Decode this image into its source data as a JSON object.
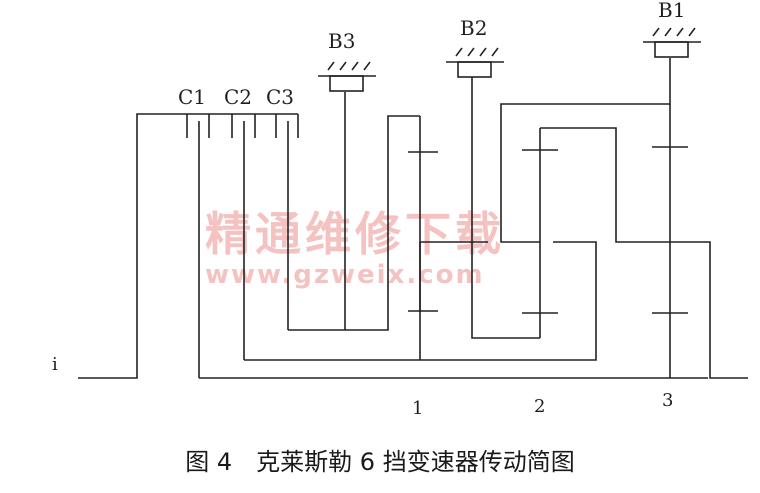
{
  "labels": {
    "c1": "C1",
    "c2": "C2",
    "c3": "C3",
    "b1": "B1",
    "b2": "B2",
    "b3": "B3",
    "input": "i",
    "set1": "1",
    "set2": "2",
    "set3": "3"
  },
  "watermark": {
    "cn": "精通维修下载",
    "url": "www.gzweix.com"
  },
  "caption": "图 4　克莱斯勒 6 挡变速器传动简图"
}
